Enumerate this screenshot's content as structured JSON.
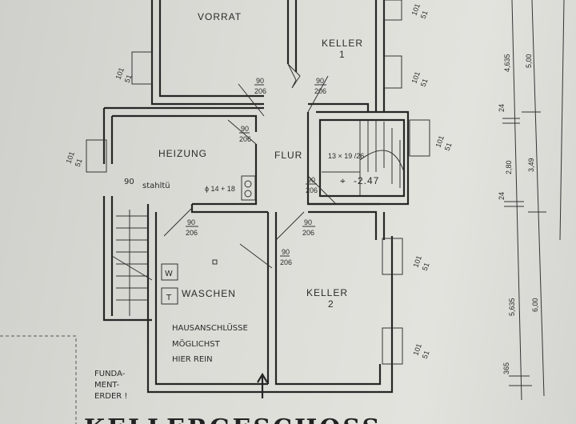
{
  "title": "KELLERGESCHOSS",
  "rooms": {
    "vorrat": "VORRAT",
    "keller1": "KELLER",
    "keller1_num": "1",
    "heizung": "HEIZUNG",
    "flur": "FLUR",
    "waschen": "WASCHEN",
    "keller2": "KELLER",
    "keller2_num": "2"
  },
  "doors": {
    "top": "90",
    "bottom": "206"
  },
  "windows": {
    "top": "101",
    "bottom": "51"
  },
  "notes": {
    "stair_spec": "13 × 19 /26",
    "level": "-2.47",
    "chimney": "ϕ 14 + 18",
    "stahltur_num": "90",
    "stahltur": "stahltü",
    "washer": "W",
    "dryer": "T",
    "hausanschluss_1": "HAUSANSCHLÜSSE",
    "hausanschluss_2": "MÖGLICHST",
    "hausanschluss_3": "HIER REIN",
    "fundament_1": "FUNDA-",
    "fundament_2": "MENT-",
    "fundament_3": "ERDER !"
  },
  "dimensions": {
    "inner": [
      "4,635",
      "24",
      "2,80",
      "24",
      "5,635",
      "365"
    ],
    "outer": [
      "5,00",
      "3,49",
      "6,00"
    ]
  }
}
